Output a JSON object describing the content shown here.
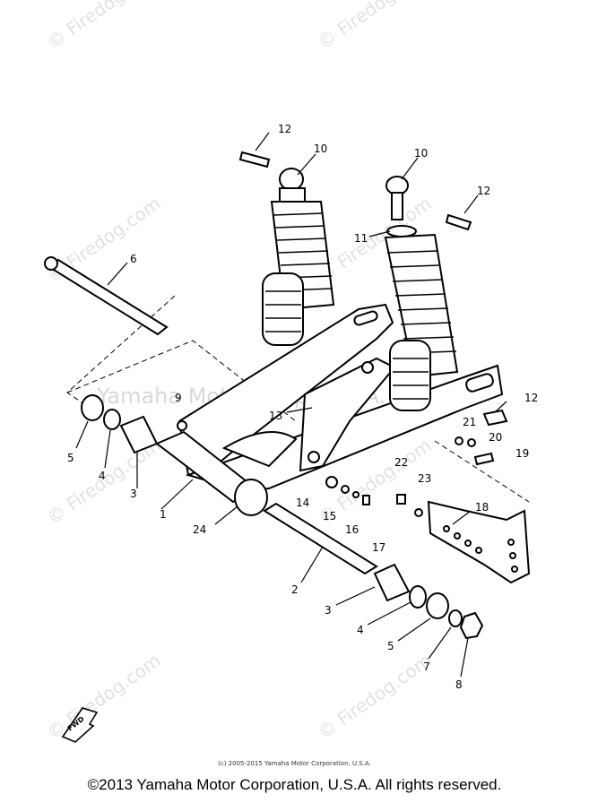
{
  "watermark": {
    "text": "© Firedog.com",
    "center_text": "Yamaha Motor Corp, U.S.A."
  },
  "callouts": [
    "12",
    "10",
    "10",
    "12",
    "11",
    "6",
    "9",
    "13",
    "12",
    "21",
    "20",
    "19",
    "5",
    "4",
    "3",
    "22",
    "23",
    "18",
    "1",
    "14",
    "15",
    "16",
    "17",
    "24",
    "2",
    "3",
    "4",
    "5",
    "7",
    "8"
  ],
  "fwd_label": "FWD",
  "footer": {
    "small_copyright": "(c) 2005-2015 Yamaha Motor Corporation, U.S.A.",
    "main_copyright": "©2013 Yamaha Motor Corporation, U.S.A. All rights reserved."
  }
}
